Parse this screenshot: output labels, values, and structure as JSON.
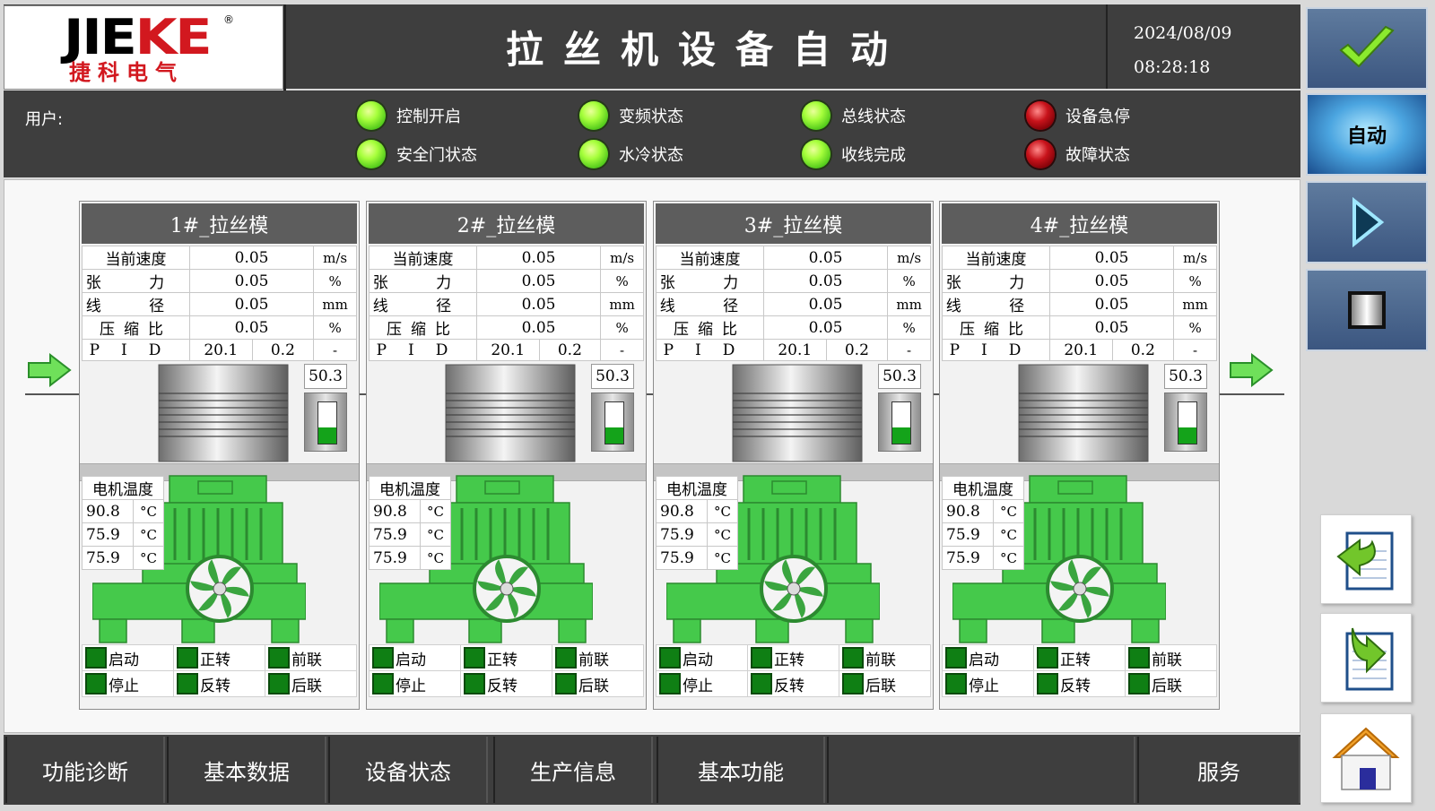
{
  "header": {
    "logo_text_black": "JIE",
    "logo_text_red": "KE",
    "logo_reg": "®",
    "logo_sub": "捷科电气",
    "title": "拉丝机设备自动",
    "date": "2024/08/09",
    "time": "08:28:18"
  },
  "status": {
    "user_label": "用户:",
    "indicators": [
      {
        "label": "控制开启",
        "state": "on"
      },
      {
        "label": "变频状态",
        "state": "on"
      },
      {
        "label": "总线状态",
        "state": "on"
      },
      {
        "label": "设备急停",
        "state": "off"
      },
      {
        "label": "安全门状态",
        "state": "on"
      },
      {
        "label": "水冷状态",
        "state": "on"
      },
      {
        "label": "收线完成",
        "state": "on"
      },
      {
        "label": "故障状态",
        "state": "off"
      }
    ],
    "colors": {
      "on": "#7be12c",
      "off": "#b0101a"
    }
  },
  "sidebar": {
    "confirm_icon": "check-icon",
    "auto_label": "自动",
    "play_icon": "play-icon",
    "stop_icon": "stop-icon",
    "page_prev_icon": "page-back-icon",
    "page_next_icon": "page-forward-icon",
    "home_icon": "home-icon"
  },
  "units": [
    {
      "title": "1#_拉丝模",
      "rows": {
        "speed": {
          "label": "当前速度",
          "value": "0.05",
          "unit": "m/s"
        },
        "tension": {
          "label": "张 力",
          "value": "0.05",
          "unit": "%"
        },
        "diameter": {
          "label": "线 径",
          "value": "0.05",
          "unit": "mm"
        },
        "compression": {
          "label": "压缩比",
          "value": "0.05",
          "unit": "%"
        },
        "pid": {
          "label": "PID",
          "p": "20.1",
          "i": "0.2",
          "d": "-"
        }
      },
      "gauge_value": "50.3",
      "gauge_level": 0.4,
      "temp_label": "电机温度",
      "temps": [
        {
          "value": "90.8",
          "unit": "°C"
        },
        {
          "value": "75.9",
          "unit": "°C"
        },
        {
          "value": "75.9",
          "unit": "°C"
        }
      ],
      "signals": [
        "启动",
        "正转",
        "前联",
        "停止",
        "反转",
        "后联"
      ]
    },
    {
      "title": "2#_拉丝模",
      "rows": {
        "speed": {
          "label": "当前速度",
          "value": "0.05",
          "unit": "m/s"
        },
        "tension": {
          "label": "张 力",
          "value": "0.05",
          "unit": "%"
        },
        "diameter": {
          "label": "线 径",
          "value": "0.05",
          "unit": "mm"
        },
        "compression": {
          "label": "压缩比",
          "value": "0.05",
          "unit": "%"
        },
        "pid": {
          "label": "PID",
          "p": "20.1",
          "i": "0.2",
          "d": "-"
        }
      },
      "gauge_value": "50.3",
      "gauge_level": 0.4,
      "temp_label": "电机温度",
      "temps": [
        {
          "value": "90.8",
          "unit": "°C"
        },
        {
          "value": "75.9",
          "unit": "°C"
        },
        {
          "value": "75.9",
          "unit": "°C"
        }
      ],
      "signals": [
        "启动",
        "正转",
        "前联",
        "停止",
        "反转",
        "后联"
      ]
    },
    {
      "title": "3#_拉丝模",
      "rows": {
        "speed": {
          "label": "当前速度",
          "value": "0.05",
          "unit": "m/s"
        },
        "tension": {
          "label": "张 力",
          "value": "0.05",
          "unit": "%"
        },
        "diameter": {
          "label": "线 径",
          "value": "0.05",
          "unit": "mm"
        },
        "compression": {
          "label": "压缩比",
          "value": "0.05",
          "unit": "%"
        },
        "pid": {
          "label": "PID",
          "p": "20.1",
          "i": "0.2",
          "d": "-"
        }
      },
      "gauge_value": "50.3",
      "gauge_level": 0.4,
      "temp_label": "电机温度",
      "temps": [
        {
          "value": "90.8",
          "unit": "°C"
        },
        {
          "value": "75.9",
          "unit": "°C"
        },
        {
          "value": "75.9",
          "unit": "°C"
        }
      ],
      "signals": [
        "启动",
        "正转",
        "前联",
        "停止",
        "反转",
        "后联"
      ]
    },
    {
      "title": "4#_拉丝模",
      "rows": {
        "speed": {
          "label": "当前速度",
          "value": "0.05",
          "unit": "m/s"
        },
        "tension": {
          "label": "张 力",
          "value": "0.05",
          "unit": "%"
        },
        "diameter": {
          "label": "线 径",
          "value": "0.05",
          "unit": "mm"
        },
        "compression": {
          "label": "压缩比",
          "value": "0.05",
          "unit": "%"
        },
        "pid": {
          "label": "PID",
          "p": "20.1",
          "i": "0.2",
          "d": "-"
        }
      },
      "gauge_value": "50.3",
      "gauge_level": 0.4,
      "temp_label": "电机温度",
      "temps": [
        {
          "value": "90.8",
          "unit": "°C"
        },
        {
          "value": "75.9",
          "unit": "°C"
        },
        {
          "value": "75.9",
          "unit": "°C"
        }
      ],
      "signals": [
        "启动",
        "正转",
        "前联",
        "停止",
        "反转",
        "后联"
      ]
    }
  ],
  "nav": {
    "items": [
      "功能诊断",
      "基本数据",
      "设备状态",
      "生产信息",
      "基本功能",
      "",
      "服务"
    ]
  },
  "colors": {
    "panel_dark": "#3e3e3e",
    "signal_led": "#0f7f14",
    "motor_green": "#44c94a",
    "gauge_fill": "#14a31a"
  }
}
